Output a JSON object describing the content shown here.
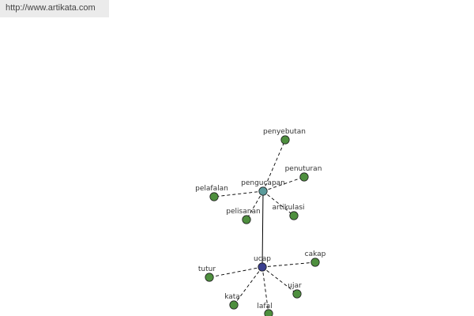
{
  "source_url": "http://www.artikata.com",
  "colors": {
    "background": "#ffffff",
    "url_bar": "#ebebeb",
    "root_node": "#3a3f8f",
    "hub_node": "#5a9a9a",
    "leaf_node": "#4e8f3e",
    "node_stroke": "#1f1f1f",
    "edge": "#000000"
  },
  "diagram": {
    "nodes": [
      {
        "id": "ucap",
        "label": "ucap",
        "kind": "root"
      },
      {
        "id": "pengucapan",
        "label": "pengucapan",
        "kind": "hub"
      },
      {
        "id": "penyebutan",
        "label": "penyebutan",
        "kind": "leaf"
      },
      {
        "id": "penuturan",
        "label": "penuturan",
        "kind": "leaf"
      },
      {
        "id": "pelafalan",
        "label": "pelafalan",
        "kind": "leaf"
      },
      {
        "id": "pelisanan",
        "label": "pelisanan",
        "kind": "leaf"
      },
      {
        "id": "artikulasi",
        "label": "artikulasi",
        "kind": "leaf"
      },
      {
        "id": "cakap",
        "label": "cakap",
        "kind": "leaf"
      },
      {
        "id": "tutur",
        "label": "tutur",
        "kind": "leaf"
      },
      {
        "id": "ujar",
        "label": "ujar",
        "kind": "leaf"
      },
      {
        "id": "kata",
        "label": "kata",
        "kind": "leaf"
      },
      {
        "id": "lafal",
        "label": "lafal",
        "kind": "leaf"
      }
    ],
    "edges": [
      {
        "from": "ucap",
        "to": "pengucapan",
        "style": "solid"
      },
      {
        "from": "pengucapan",
        "to": "penyebutan",
        "style": "dashed"
      },
      {
        "from": "pengucapan",
        "to": "penuturan",
        "style": "dashed"
      },
      {
        "from": "pengucapan",
        "to": "pelafalan",
        "style": "dashed"
      },
      {
        "from": "pengucapan",
        "to": "pelisanan",
        "style": "dashed"
      },
      {
        "from": "pengucapan",
        "to": "artikulasi",
        "style": "dashed"
      },
      {
        "from": "ucap",
        "to": "cakap",
        "style": "dashed"
      },
      {
        "from": "ucap",
        "to": "tutur",
        "style": "dashed"
      },
      {
        "from": "ucap",
        "to": "ujar",
        "style": "dashed"
      },
      {
        "from": "ucap",
        "to": "kata",
        "style": "dashed"
      },
      {
        "from": "ucap",
        "to": "lafal",
        "style": "dashed"
      }
    ]
  }
}
